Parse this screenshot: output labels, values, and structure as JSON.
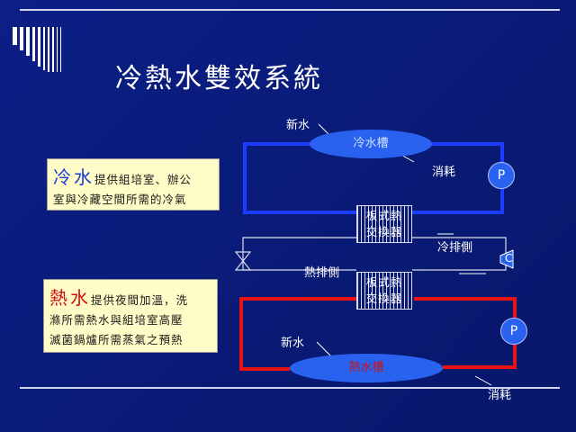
{
  "title": "冷熱水雙效系統",
  "cold_box": {
    "big": "冷水",
    "line1": "提供組培室、辦公",
    "line2": "室與冷藏空間所需的冷氣"
  },
  "hot_box": {
    "big": "熱水",
    "line1": "提供夜間加溫，洗",
    "line2": "滌所需熱水與組培室高壓",
    "line3": "滅菌鍋爐所需蒸氣之預熱"
  },
  "labels": {
    "fresh_water_top": "新水",
    "cold_tank": "冷水槽",
    "consume_top": "消耗",
    "pump": "P",
    "hx_line1": "板式熱",
    "hx_line2": "交換器",
    "cold_exhaust": "冷排側",
    "compressor": "C",
    "heat_exhaust": "熱排側",
    "fresh_water_bottom": "新水",
    "hot_tank": "熱水槽",
    "consume_bottom": "消耗"
  },
  "colors": {
    "cold_loop": "#1e3cff",
    "hot_loop": "#e81414",
    "line": "#d8dcec"
  }
}
